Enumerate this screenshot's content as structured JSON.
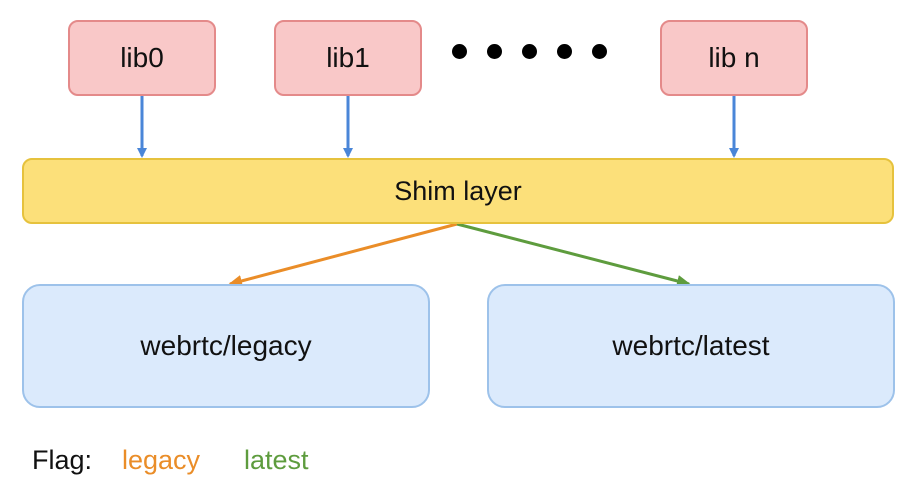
{
  "libs": [
    "lib0",
    "lib1",
    "lib n"
  ],
  "shim": {
    "label": "Shim layer"
  },
  "targets": {
    "legacy": "webrtc/legacy",
    "latest": "webrtc/latest"
  },
  "legend": {
    "title": "Flag:",
    "legacy": "legacy",
    "latest": "latest"
  },
  "colors": {
    "lib_fill": "#f9c8c8",
    "lib_border": "#e48a8a",
    "shim_fill": "#fce07a",
    "shim_border": "#e6c23d",
    "target_fill": "#dbeafc",
    "target_border": "#9dc2ea",
    "arrow_blue": "#4a86d8",
    "legacy": "#ea8d28",
    "latest": "#5e9c3e"
  }
}
